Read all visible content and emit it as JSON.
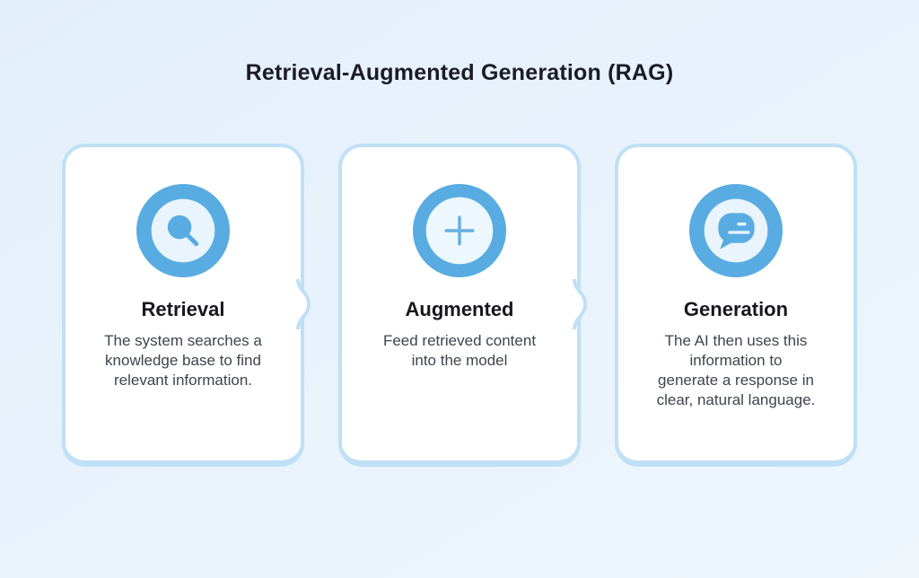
{
  "title": "Retrieval-Augmented Generation (RAG)",
  "colors": {
    "background": "#e7f2fb",
    "card_background": "#ffffff",
    "card_border": "#bfe0f5",
    "icon_blue": "#58ace1",
    "icon_inner_circle": "#e9f4fd",
    "heading_text": "#17171f",
    "body_text": "#3e444e"
  },
  "cards": [
    {
      "icon": "search-icon",
      "title": "Retrieval",
      "description": "The system searches a\nknowledge base to find\nrelevant information."
    },
    {
      "icon": "plus-icon",
      "title": "Augmented",
      "description": "Feed retrieved content\ninto the model"
    },
    {
      "icon": "chat-bubble-icon",
      "title": "Generation",
      "description": "The AI then uses this\ninformation to\ngenerate a response in\nclear, natural language."
    }
  ]
}
